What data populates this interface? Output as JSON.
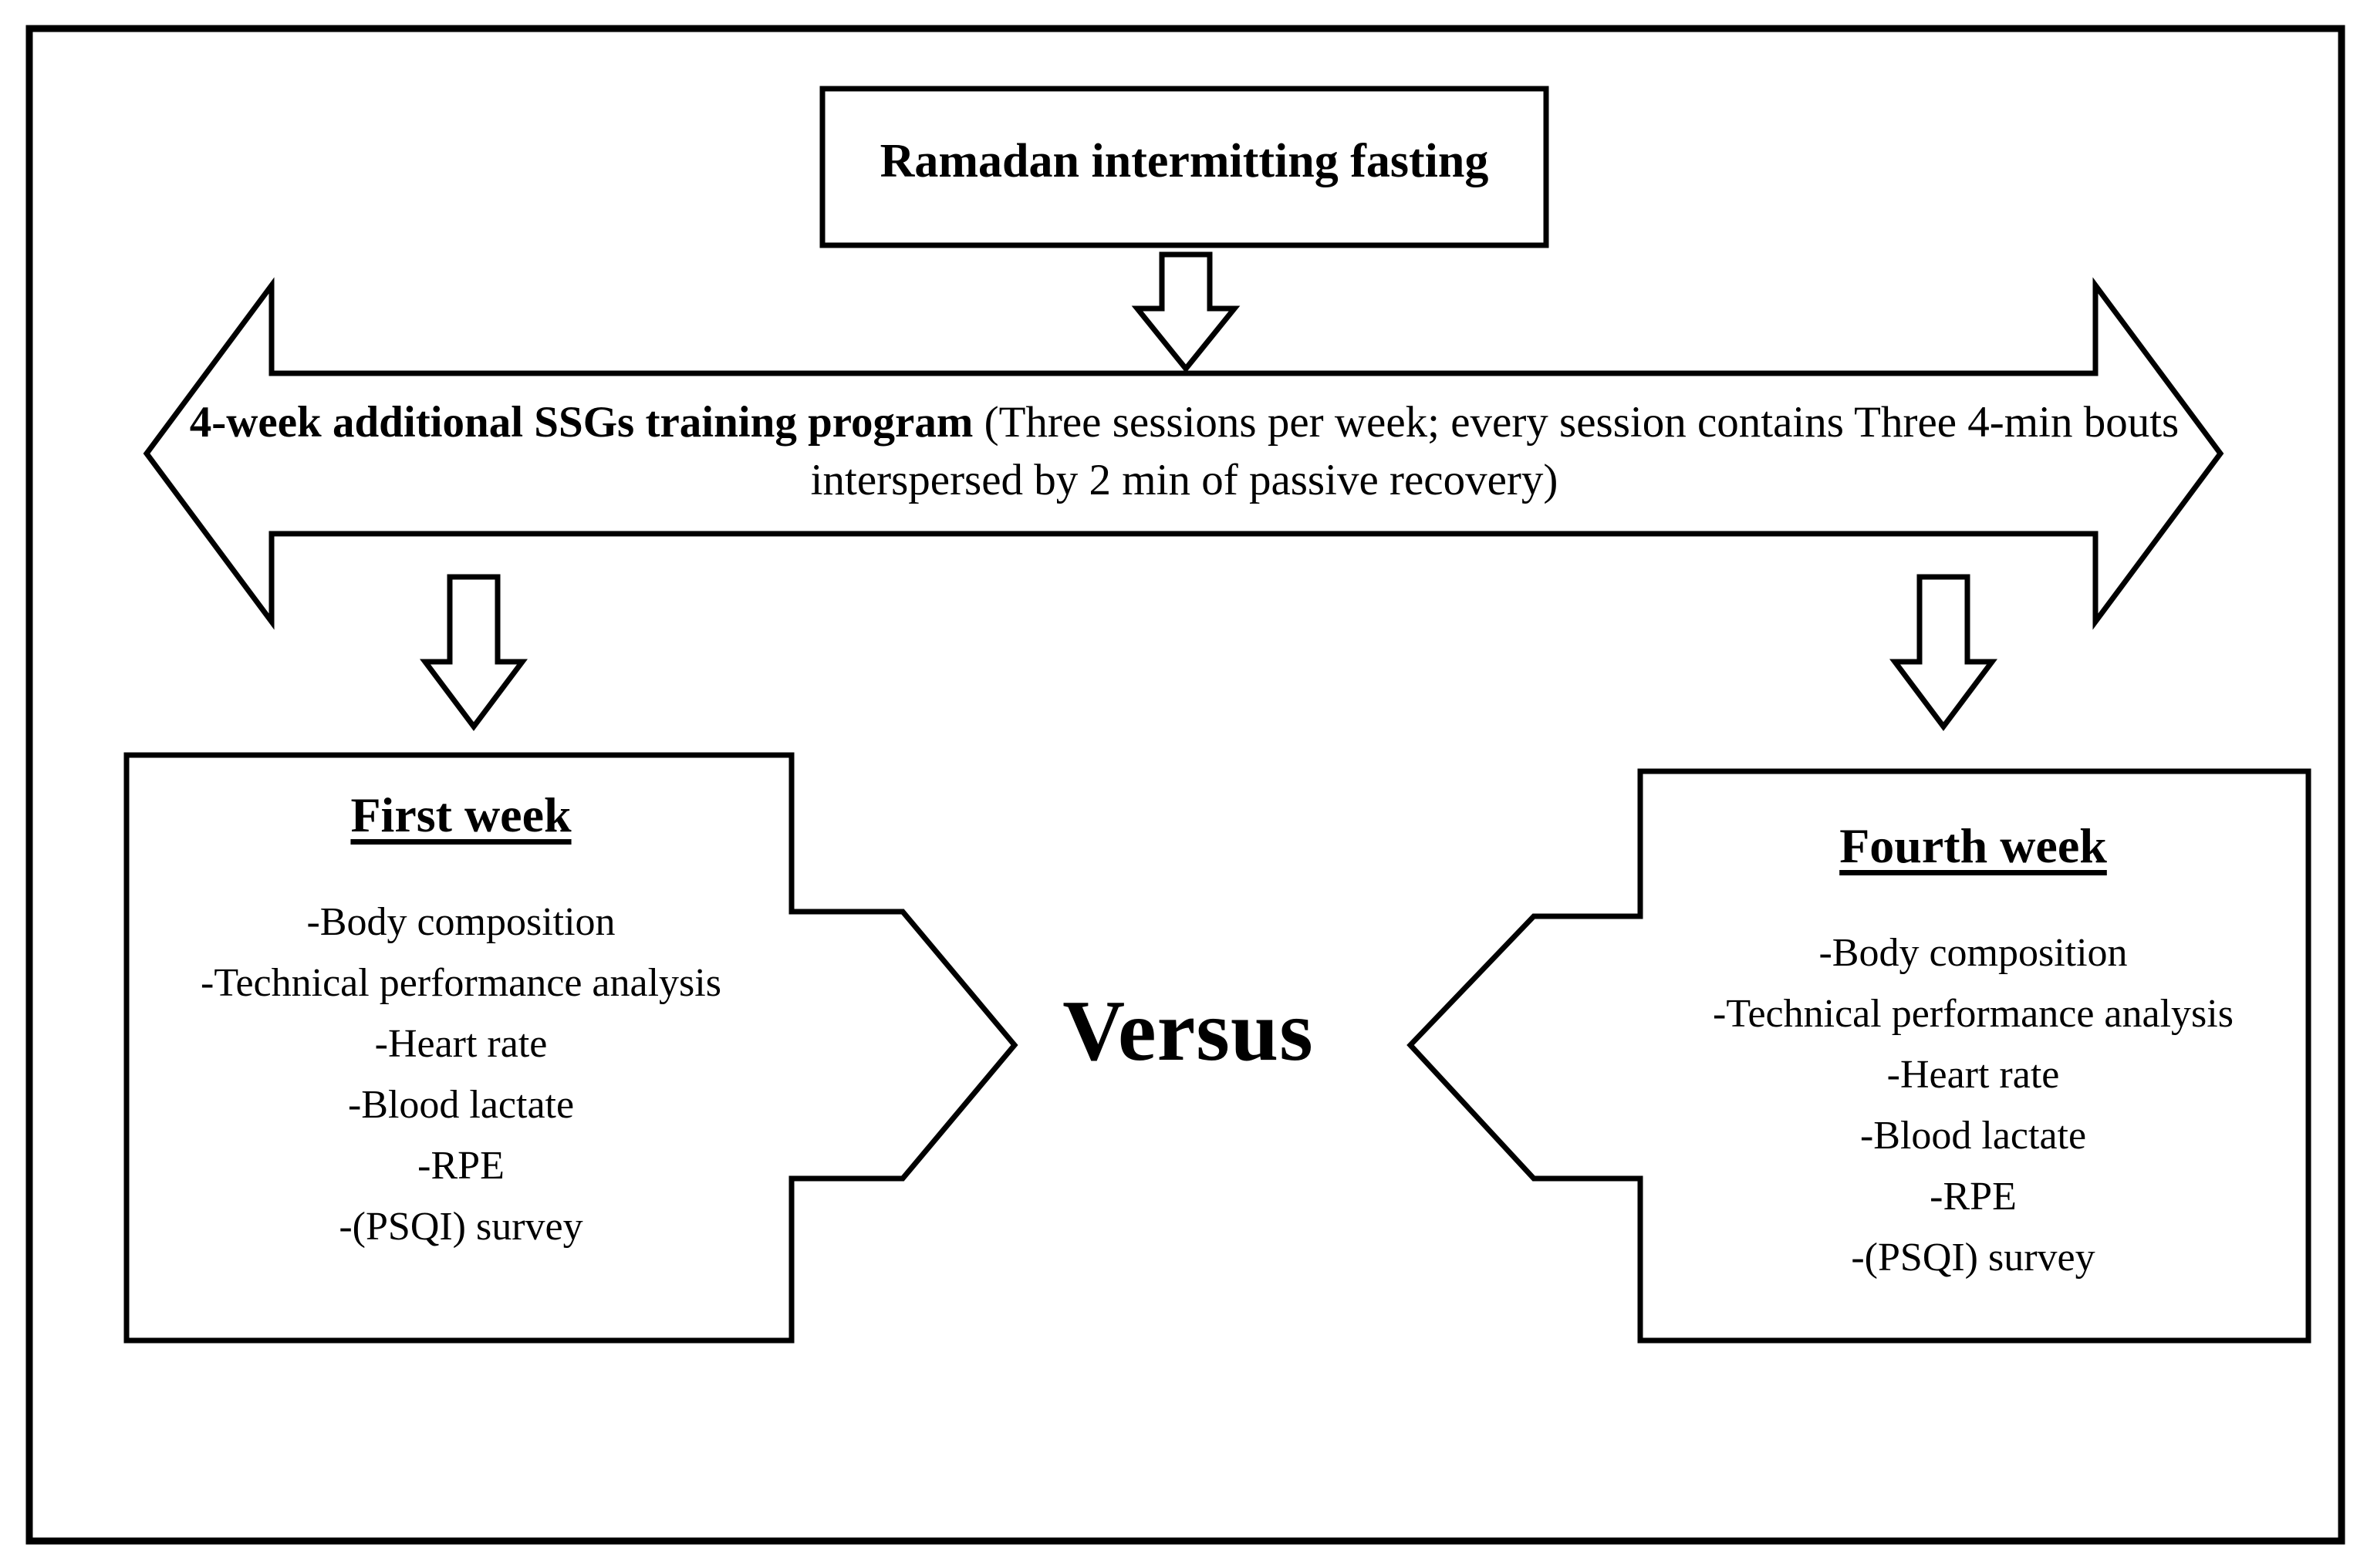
{
  "figure": {
    "kind": "study-design-flow-diagram",
    "frame_border_color": "#000000",
    "background_color": "#ffffff",
    "line_color": "#000000"
  },
  "top_box": {
    "title": "Ramadan intermitting fasting"
  },
  "arrow_top_to_band": {
    "icon": "down-arrow-icon",
    "direction": "down"
  },
  "band": {
    "icon": "double-headed-horizontal-arrow-icon",
    "bold_lead": "4-week additional SSGs training program",
    "detail": " (Three sessions per week; every session contains Three 4-min bouts interspersed by 2 min of passive recovery)"
  },
  "arrow_band_to_left": {
    "icon": "down-arrow-icon",
    "direction": "down"
  },
  "arrow_band_to_right": {
    "icon": "down-arrow-icon",
    "direction": "down"
  },
  "left_panel": {
    "title": "First week",
    "items": [
      "-Body composition",
      "-Technical performance analysis",
      "-Heart rate",
      "-Blood lactate",
      "-RPE",
      "-(PSQI) survey"
    ],
    "arrow_icon": "right-arrow-icon"
  },
  "right_panel": {
    "title": "Fourth week",
    "items": [
      "-Body composition",
      "-Technical performance analysis",
      "-Heart rate",
      "-Blood lactate",
      "-RPE",
      "-(PSQI) survey"
    ],
    "arrow_icon": "left-arrow-icon"
  },
  "center": {
    "label": "Versus"
  }
}
